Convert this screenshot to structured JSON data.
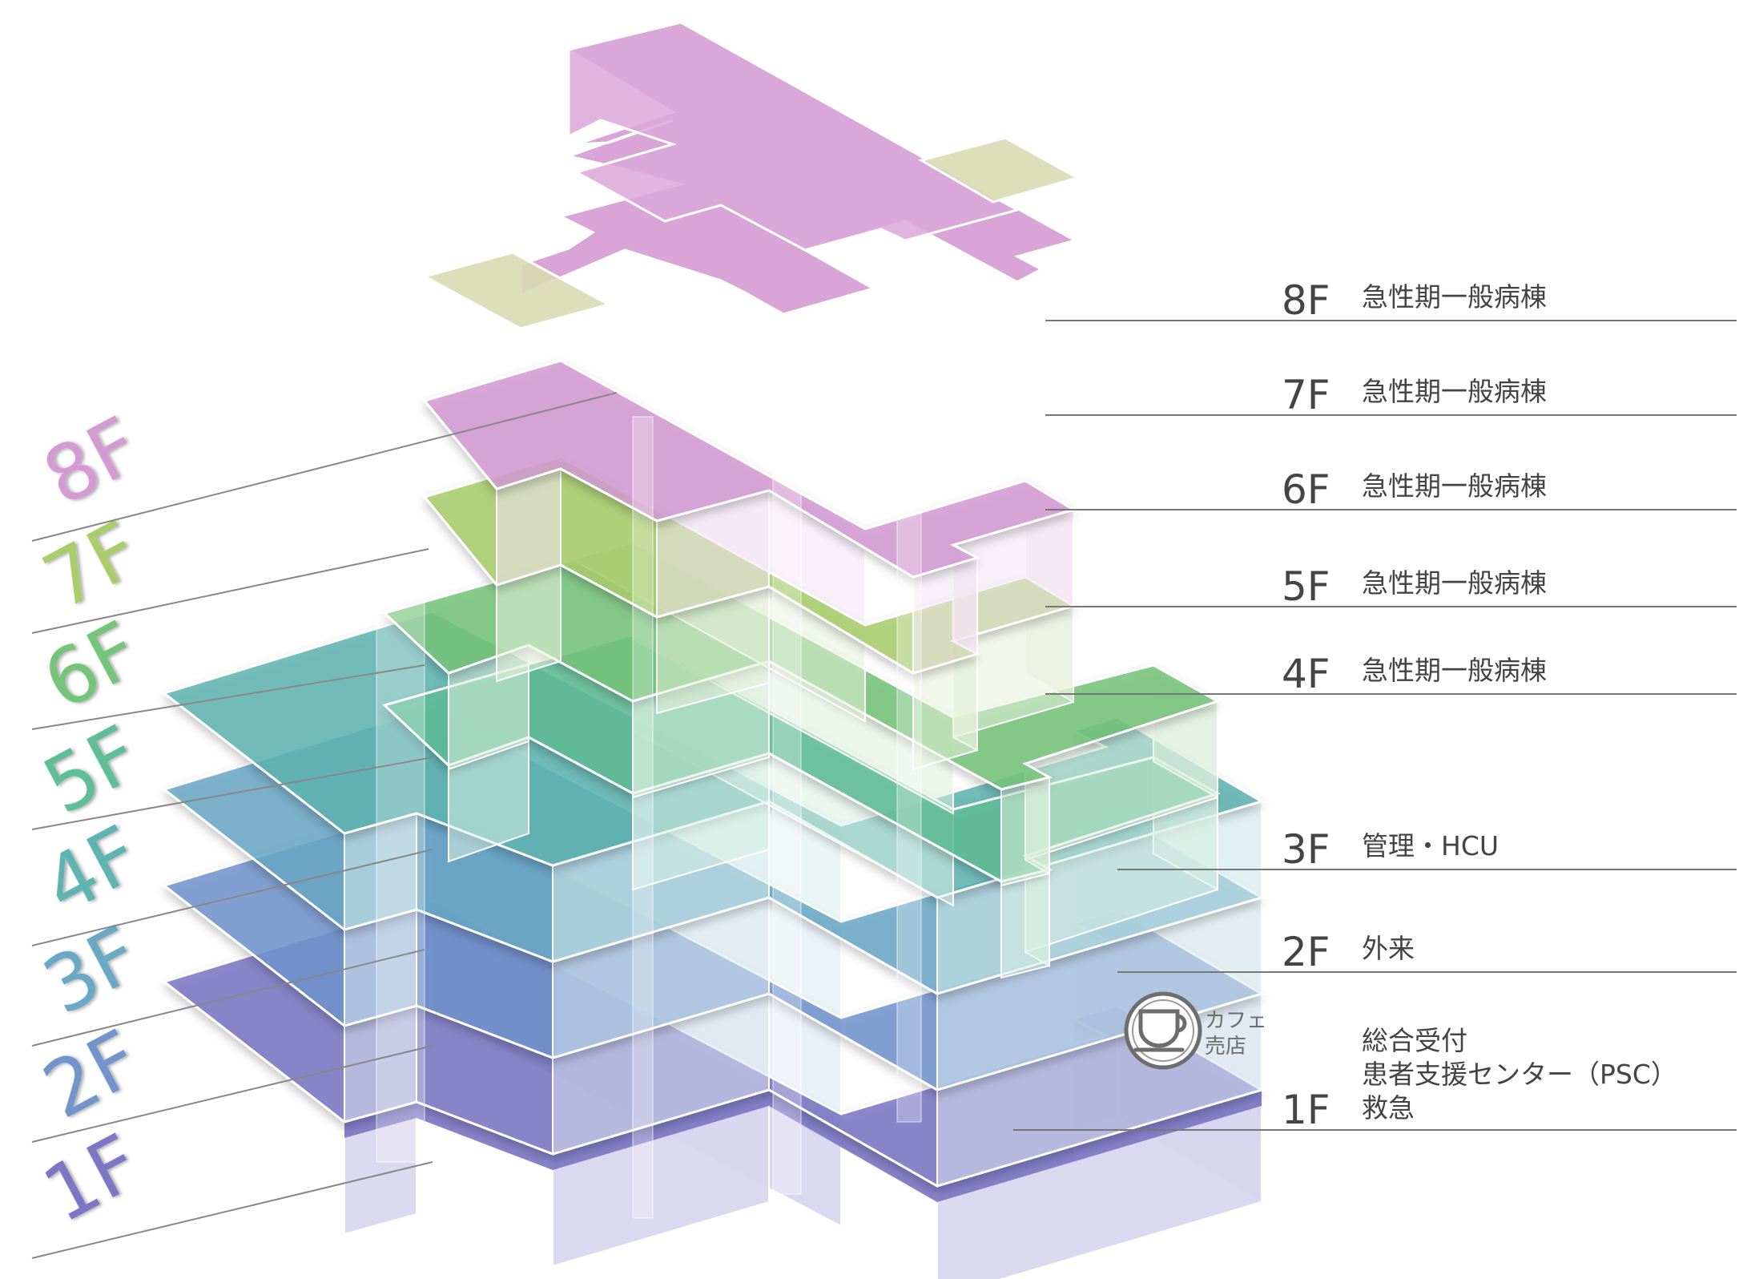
{
  "floors": [
    {
      "id": "1F",
      "label": "1F",
      "color": "#7b76c4",
      "wall": "#d9d7ee",
      "descriptions": [
        "総合受付",
        "患者支援センター（PSC）",
        "救急"
      ]
    },
    {
      "id": "2F",
      "label": "2F",
      "color": "#7194cc",
      "wall": "#dbe3f1",
      "descriptions": [
        "外来"
      ]
    },
    {
      "id": "3F",
      "label": "3F",
      "color": "#6aa8c6",
      "wall": "#dbe9ef",
      "descriptions": [
        "管理・HCU"
      ]
    },
    {
      "id": "4F",
      "label": "4F",
      "color": "#5fb4b2",
      "wall": "#d8ecec",
      "descriptions": [
        "急性期一般病棟"
      ]
    },
    {
      "id": "5F",
      "label": "5F",
      "color": "#5fbd98",
      "wall": "#d8eee3",
      "descriptions": [
        "急性期一般病棟"
      ]
    },
    {
      "id": "6F",
      "label": "6F",
      "color": "#76c479",
      "wall": "#dcefdc",
      "descriptions": [
        "急性期一般病棟"
      ]
    },
    {
      "id": "7F",
      "label": "7F",
      "color": "#a9cd6b",
      "wall": "#e8f1da",
      "descriptions": [
        "急性期一般病棟"
      ]
    },
    {
      "id": "8F",
      "label": "8F",
      "color": "#d49bd2",
      "wall": "#f3e4f2",
      "descriptions": [
        "急性期一般病棟"
      ]
    }
  ],
  "cafe": {
    "line1": "カフェ",
    "line2": "売店",
    "icon": "coffee-cup-icon"
  }
}
